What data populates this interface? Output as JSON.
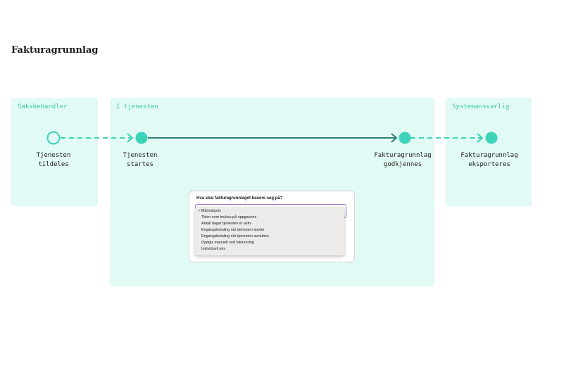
{
  "page": {
    "title": "Fakturagrunnlag"
  },
  "lanes": [
    {
      "label": "Saksbehandler"
    },
    {
      "label": "I tjenesten"
    },
    {
      "label": "Systemansvarlig"
    }
  ],
  "steps": [
    {
      "label": "Tjenesten\ntildeles",
      "state": "start"
    },
    {
      "label": "Tjenesten\nstartes",
      "state": "filled"
    },
    {
      "label": "Fakturagrunnlag\ngodkjennes",
      "state": "filled"
    },
    {
      "label": "Fakturagrunnlag\neksporteres",
      "state": "filled"
    }
  ],
  "connectors": [
    {
      "from": "Tjenesten tildeles",
      "to": "Tjenesten startes",
      "style": "dashed"
    },
    {
      "from": "Tjenesten startes",
      "to": "Fakturagrunnlag godkjennes",
      "style": "solid"
    },
    {
      "from": "Fakturagrunnlag godkjennes",
      "to": "Fakturagrunnlag eksporteres",
      "style": "dashed"
    }
  ],
  "card": {
    "question": "Hva skal fakturagrunnlaget basere seg på?",
    "selected_check": "✓",
    "options": [
      "Månedspris",
      "Tiden som brukes på oppgavene",
      "Antall dager tjenesten er aktiv",
      "Engangsbetaling når tjenesten starter",
      "Engangsbetaling når tjenesten avsluttes",
      "Oppgis manuelt ved fakturering",
      "Individuell pris"
    ]
  },
  "colors": {
    "lane_bg": "#e2faf5",
    "accent": "#3cd3b8",
    "line_dark": "#2c7f78",
    "lane_label": "#3cc9ad",
    "select_border": "#9b6fc2"
  }
}
